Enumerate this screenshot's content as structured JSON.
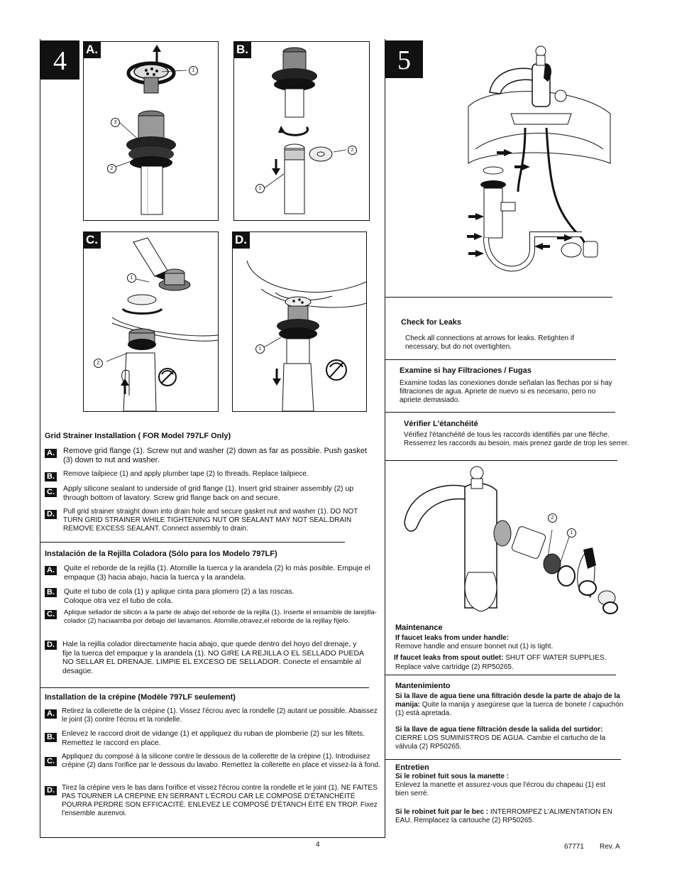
{
  "step4": {
    "number": "4",
    "panels": {
      "a": "A.",
      "b": "B.",
      "c": "C.",
      "d": "D."
    },
    "english": {
      "title": "Grid Strainer Installation ( FOR Model 797LF Only)",
      "steps": [
        {
          "badge": "A.",
          "text": "Remove grid flange (1). Screw nut and washer (2) down as far as possible. Push gasket (3) down to nut and washer."
        },
        {
          "badge": "B.",
          "text": "Remove tailpiece (1) and apply plumber tape (2) to threads. Replace tailpiece."
        },
        {
          "badge": "C.",
          "text": "Apply silicone sealant to underside of grid flange (1). Insert grid strainer assembly (2) up through bottom of lavatory. Screw grid flange back on and secure."
        },
        {
          "badge": "D.",
          "text": "Pull grid strainer straight down into drain hole and secure gasket nut and washer (1). DO NOT TURN GRID STRAINER WHILE TIGHTENING NUT OR  SEALANT MAY NOT SEAL.DRAIN REMOVE EXCESS SEALANT. Connect assembly to drain."
        }
      ]
    },
    "spanish": {
      "title": "Instalación de la Rejilla Coladora (Sólo para los Modelo 797LF)",
      "steps": [
        {
          "badge": "A.",
          "text": "Quite el reborde de la rejilla (1). Atornille la tuerca y la arandela (2) lo más posible. Empuje el empaque (3) hacia abajo, hacia la tuerca y la arandela."
        },
        {
          "badge": "B.",
          "text": "Quite el tubo de cola (1) y aplique cinta para plomero (2) a las roscas. Coloque otra vez el tubo de cola."
        },
        {
          "badge": "C.",
          "text": "Aplique sellador de silicón a la parte de abajo del reborde de la rejilla (1). Inserte el ensamble de larejilla-colador (2) haciaarriba por debajo del lavamanos. Atornille,otravez,el reborde de la rejillay fíjelo."
        },
        {
          "badge": "D.",
          "text": "Hale la rejilla colador directamente hacia abajo, que quede dentro del hoyo del drenaje, y fije la tuerca del empaque y la arandela (1). NO GIRE LA REJILLA O EL SELLADO PUEDA NO SELLAR EL DRENAJE. LIMPIE EL EXCESO DE SELLADOR. Conecte el ensamble al desagüe."
        }
      ]
    },
    "french": {
      "title": "Installation de la crépine (Modèle 797LF seulement)",
      "steps": [
        {
          "badge": "A.",
          "text": "Retirez la collerette de la crépine (1). Vissez  l'écrou avec la rondelle (2) autant ue possible. Abaissez le joint (3) contre l'écrou et la rondelle."
        },
        {
          "badge": "B.",
          "text": "Enlevez le raccord droit de vidange (1) et appliquez du ruban de plomberie (2) sur les filtets. Remettez le raccord en place."
        },
        {
          "badge": "C.",
          "text": "Appliquez du composé à la silicone contre le dessous de la collerette de la crépine (1). Introduisez crépine (2) dans l'orifice par le dessous du lavabo. Remettez la collerette en place et vissez-la à fond."
        },
        {
          "badge": "D.",
          "text": "Tirez la crépine vers le bas dans l'orifice et vissez  l'écrou contre la rondelle et le joint (1). NE FAITES PAS TOURNER LA CRÉPINE EN SERRANT L'ÉCROU CAR  LE COMPOSÉ D'ÉTANCHÉITÉ POURRA PERDRE SON EFFICACITÉ. ENLEVEZ LE COMPOSÉ D'ÉTANCH ÉITÉ EN TROP. Fixez l'ensemble aurenvoi."
        }
      ]
    }
  },
  "step5": {
    "number": "5",
    "leaks_en": {
      "title": "Check for Leaks",
      "text": "Check all connections at arrows for leaks. Retighten if necessary, but do not overtighten."
    },
    "leaks_es": {
      "title": "Examine si hay Filtraciones / Fugas",
      "text": "Examine todas las conexiones donde señalan las flechas por si hay filtraciones de agua. Apriete de nuevo si es necesario, pero no apriete demasiado."
    },
    "leaks_fr": {
      "title": "Vérifier L'étanchéité",
      "text": "Vérifiez l'étanchéité de tous les raccords identifiés par une flèche. Resserrez les raccords au besoin, mais prenez garde de trop les serrer."
    }
  },
  "maintenance": {
    "en": {
      "title": "Maintenance",
      "q1": "If faucet leaks from under handle:",
      "a1": "Remove handle and ensure bonnet nut (1) is tight.",
      "q2": "If faucet leaks from spout outlet:",
      "a2": " SHUT OFF WATER SUPPLIES.",
      "a2b": "Replace valve cartridge (2) RP50265."
    },
    "es": {
      "title": "Mantenimiento",
      "q1": "Si la llave de agua tiene una filtración desde la parte de abajo de la manija:",
      "a1": "  Quite la manija y asegúrese que la tuerca de bonete / capuchón (1) está apretada.",
      "q2": "Si la llave de agua tiene filtración desde la salida del surtidor:",
      "a2": "CIERRE LOS SUMINISTROS DE AGUA. Cambie el cartucho de la válvula (2) RP50265."
    },
    "fr": {
      "title": "Entretien",
      "q1": "Si le robinet fuit sous la manette :",
      "a1": "Enlevez la manette et assurez-vous que l'écrou du chapeau (1) est bien serré.",
      "q2": "Si le robinet fuit par le bec :",
      "a2": " INTERROMPEZ L'ALIMENTATION EN EAU. Remplacez la cartouche (2) RP50265."
    }
  },
  "callouts": {
    "one": "1",
    "two": "2",
    "three": "3"
  },
  "footer": {
    "page": "4",
    "doc": "67771",
    "rev": "Rev. A"
  }
}
